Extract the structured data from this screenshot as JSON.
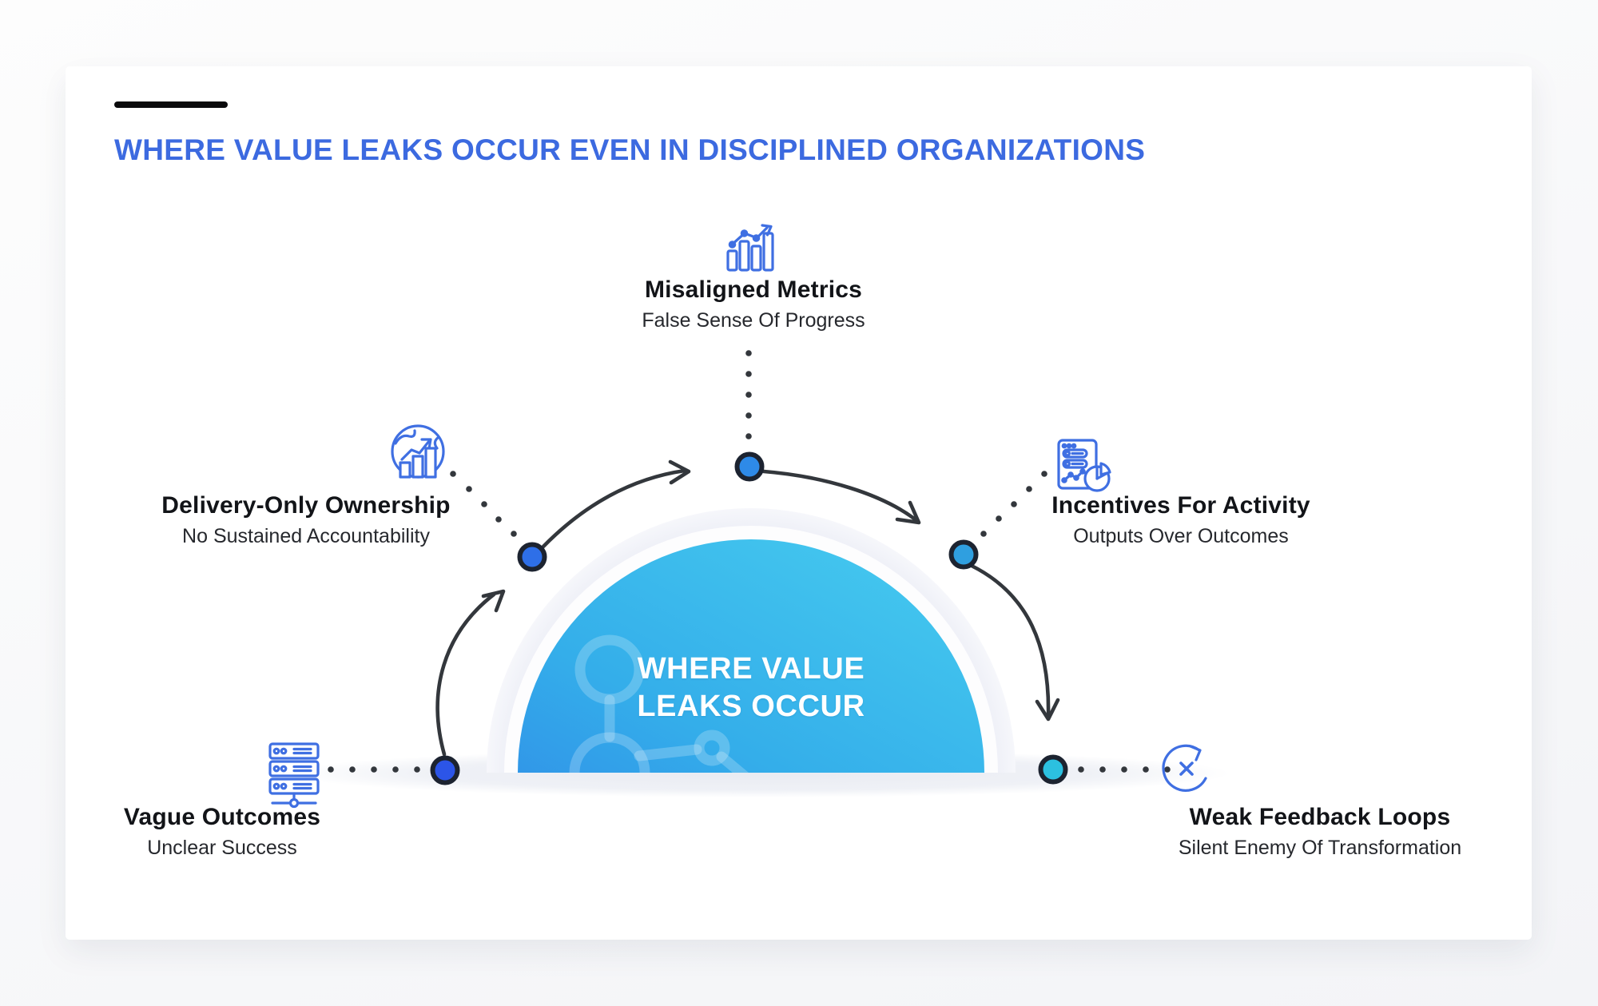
{
  "page": {
    "title": "WHERE VALUE LEAKS OCCUR EVEN IN DISCIPLINED ORGANIZATIONS"
  },
  "center_badge": {
    "line1": "WHERE VALUE",
    "line2": "LEAKS OCCUR"
  },
  "nodes": [
    {
      "title": "Vague Outcomes",
      "subtitle": "Unclear Success",
      "icon": "server-network-icon",
      "marker_color": "#2c55e8"
    },
    {
      "title": "Delivery-Only Ownership",
      "subtitle": "No Sustained Accountability",
      "icon": "globe-growth-icon",
      "marker_color": "#2e6fe8"
    },
    {
      "title": "Misaligned Metrics",
      "subtitle": "False Sense Of Progress",
      "icon": "bar-chart-trend-icon",
      "marker_color": "#2e8ae8"
    },
    {
      "title": "Incentives For Activity",
      "subtitle": "Outputs Over Outcomes",
      "icon": "report-pie-icon",
      "marker_color": "#2f9fe0"
    },
    {
      "title": "Weak Feedback Loops",
      "subtitle": "Silent Enemy Of Transformation",
      "icon": "loop-x-icon",
      "marker_color": "#2cc0e0"
    }
  ],
  "colors": {
    "heading_blue": "#3c6ae0",
    "icon_stroke_blue": "#3f6fe2",
    "connector_dark": "#33373c",
    "node_ring_dark": "#1c2330",
    "dome_top": "#3fc2ec",
    "dome_bottom": "#2d7ae6",
    "halo_ring": "#e9ebf4"
  }
}
